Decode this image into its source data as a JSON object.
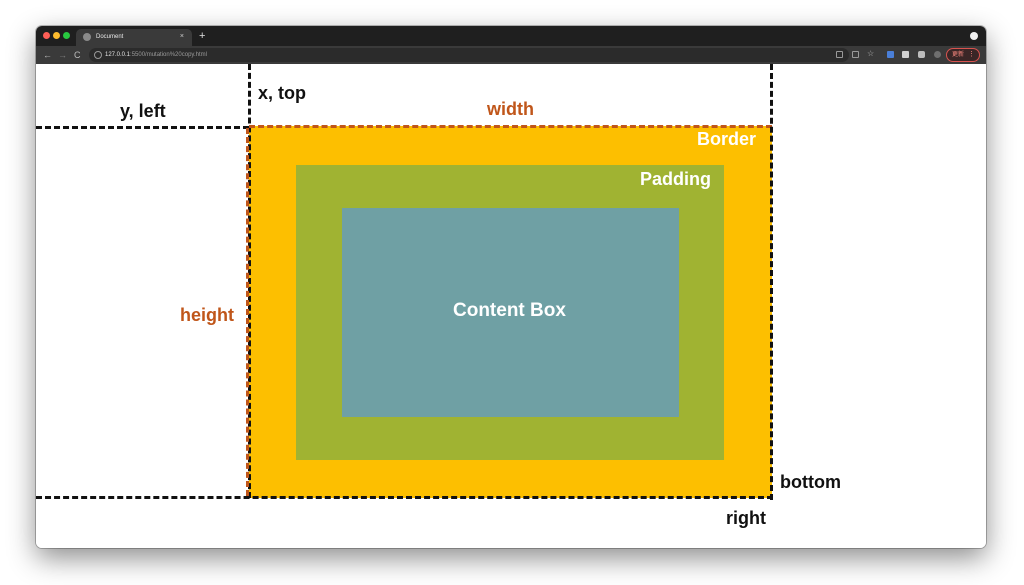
{
  "browser": {
    "tab_title": "Document",
    "tab_close": "×",
    "new_tab": "+",
    "url_host": "127.0.0.1",
    "url_rest": ":5500/mutation%20copy.html",
    "update_label": "更新",
    "update_more": "⋮",
    "nav_back": "←",
    "nav_forward": "→",
    "nav_reload": "C"
  },
  "diagram": {
    "x_top": "x, top",
    "y_left": "y, left",
    "width": "width",
    "height": "height",
    "border": "Border",
    "padding": "Padding",
    "content": "Content Box",
    "bottom": "bottom",
    "right": "right"
  },
  "colors": {
    "border_area": "#fdbf00",
    "padding_area": "#a0b332",
    "content_area": "#6fa0a4",
    "dimension_label": "#c0561a"
  }
}
